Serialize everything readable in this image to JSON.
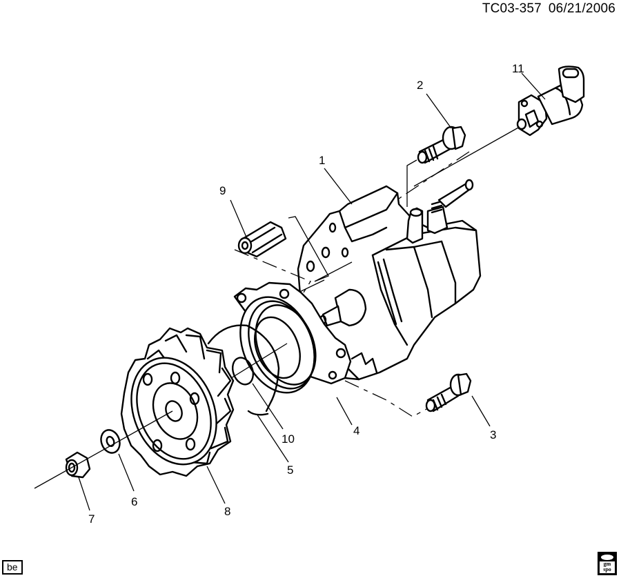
{
  "header": {
    "illustration_id": "TC03-357",
    "date": "06/21/2006"
  },
  "callouts": [
    {
      "number": "1",
      "part": "pump-body"
    },
    {
      "number": "2",
      "part": "bolt-upper"
    },
    {
      "number": "3",
      "part": "bolt-lower"
    },
    {
      "number": "4",
      "part": "housing-flange"
    },
    {
      "number": "5",
      "part": "large-snap-ring"
    },
    {
      "number": "6",
      "part": "washer"
    },
    {
      "number": "7",
      "part": "nut"
    },
    {
      "number": "8",
      "part": "fan-pulley"
    },
    {
      "number": "9",
      "part": "hex-spacer"
    },
    {
      "number": "10",
      "part": "small-o-ring"
    },
    {
      "number": "11",
      "part": "pressure-regulator-valve"
    }
  ],
  "footer": {
    "left_badge": "be",
    "right_badge_line1": "gm",
    "right_badge_line2": "spo"
  }
}
